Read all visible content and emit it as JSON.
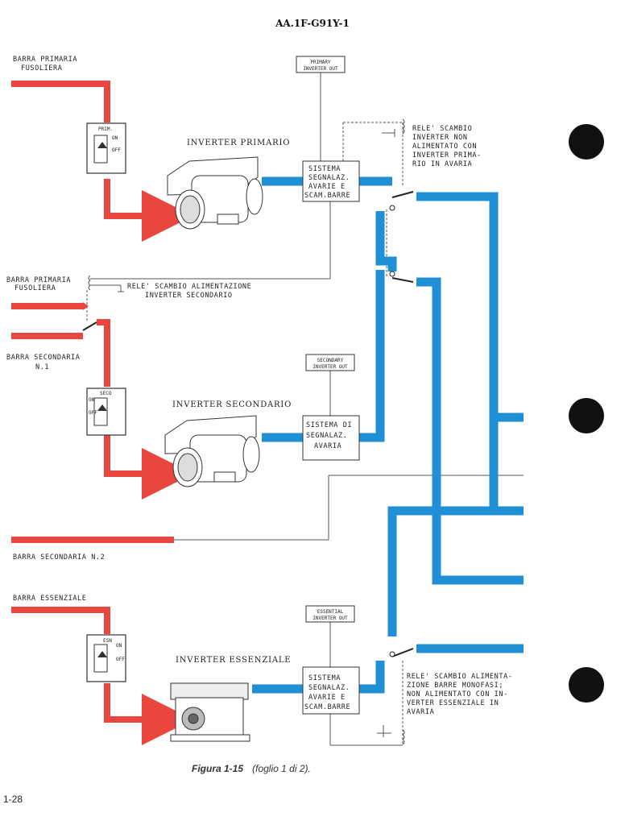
{
  "header": {
    "doc_code": "AA.1F-G91Y-1"
  },
  "colors": {
    "power_bus": "#e8463f",
    "signal_bus": "#1f8fd6",
    "line": "#555555",
    "hole_punch": "#111111"
  },
  "buses": {
    "primary_fuselage_1": [
      "BARRA PRIMARIA",
      "FUSOLIERA"
    ],
    "primary_fuselage_2": [
      "BARRA PRIMARIA",
      "FUSOLIERA"
    ],
    "secondary_1": [
      "BARRA SECONDARIA",
      "N.1"
    ],
    "secondary_2": "BARRA SECONDARIA N.2",
    "essential": "BARRA ESSENZIALE"
  },
  "switches": {
    "primary": {
      "name": "PRIM.",
      "on": "ON",
      "off": "OFF"
    },
    "secondary": {
      "name": "SECO",
      "on": "ON",
      "off": "OFF"
    },
    "essential": {
      "name": "ESN",
      "on": "ON",
      "off": "OFF"
    }
  },
  "inverters": {
    "primary": "INVERTER PRIMARIO",
    "secondary": "INVERTER SECONDARIO",
    "essential": "INVERTER ESSENZIALE"
  },
  "indicators": {
    "primary": [
      "PRIMARY",
      "INVERTER OUT"
    ],
    "secondary": [
      "SECONDARY",
      "INVERTER OUT"
    ],
    "essential": [
      "ESSENTIAL",
      "INVERTER OUT"
    ]
  },
  "systems": {
    "primary": [
      "SISTEMA",
      "SEGNALAZ.",
      "AVARIE E",
      "SCAM.BARRE"
    ],
    "secondary": [
      "SISTEMA DI",
      "SEGNALAZ.",
      "AVARIA"
    ],
    "essential": [
      "SISTEMA",
      "SEGNALAZ.",
      "AVARIE E",
      "SCAM.BARRE"
    ]
  },
  "relays": {
    "primary_note": [
      "RELE' SCAMBIO",
      "INVERTER NON",
      "ALIMENTATO CON",
      "INVERTER PRIMA-",
      "RIO IN AVARIA"
    ],
    "secondary_note": [
      "RELE' SCAMBIO ALIMENTAZIONE",
      "INVERTER SECONDARIO"
    ],
    "essential_note": [
      "RELE' SCAMBIO ALIMENTA-",
      "ZIONE BARRE MONOFASI;",
      "NON ALIMENTATO CON IN-",
      "VERTER ESSENZIALE IN",
      "AVARIA"
    ]
  },
  "caption": {
    "figure": "Figura 1-15",
    "sheet": "(foglio 1 di 2)."
  },
  "page_number": "1-28"
}
